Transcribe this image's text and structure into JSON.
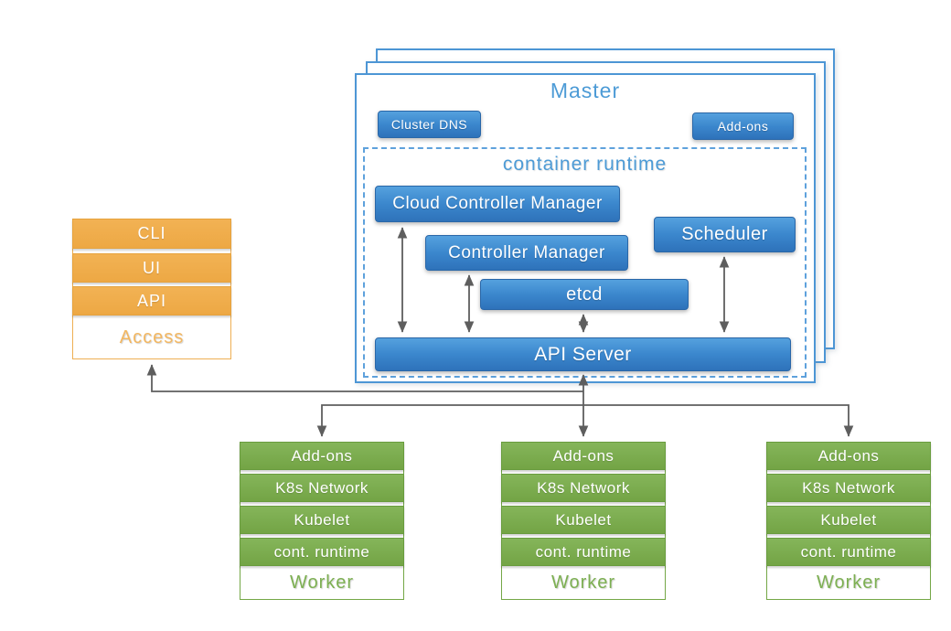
{
  "master": {
    "title": "Master",
    "cluster_dns_label": "Cluster DNS",
    "addons_label": "Add-ons",
    "container_runtime": {
      "title": "container runtime",
      "cloud_controller_manager": "Cloud Controller Manager",
      "controller_manager": "Controller Manager",
      "scheduler": "Scheduler",
      "etcd": "etcd",
      "api_server": "API Server"
    }
  },
  "access": {
    "rows": [
      "CLI",
      "UI",
      "API"
    ],
    "base": "Access"
  },
  "workers": [
    {
      "rows": [
        "Add-ons",
        "K8s Network",
        "Kubelet",
        "cont. runtime"
      ],
      "base": "Worker"
    },
    {
      "rows": [
        "Add-ons",
        "K8s Network",
        "Kubelet",
        "cont. runtime"
      ],
      "base": "Worker"
    },
    {
      "rows": [
        "Add-ons",
        "K8s Network",
        "Kubelet",
        "cont. runtime"
      ],
      "base": "Worker"
    }
  ],
  "colors": {
    "component_blue": "#3b87cd",
    "master_border_blue": "#4d96d5",
    "title_blue": "#4d9bd6",
    "access_orange": "#f0ad4b",
    "worker_green": "#7aad4e",
    "connector_gray": "#5e5e5e"
  }
}
